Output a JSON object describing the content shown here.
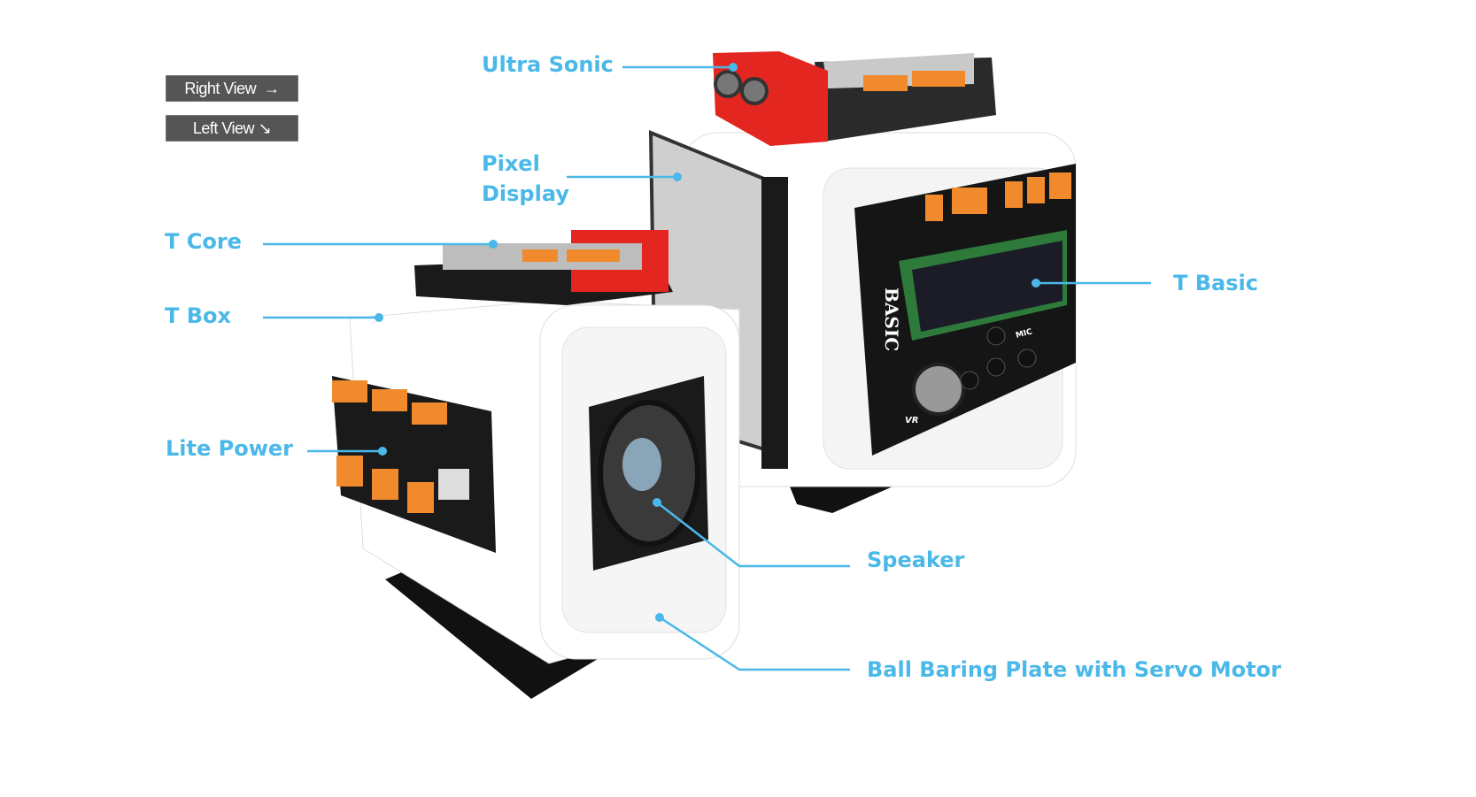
{
  "view_buttons": {
    "right": {
      "label": "Right View",
      "arrow": "→"
    },
    "left": {
      "label": "Left View",
      "arrow": "↘"
    }
  },
  "labels": {
    "ultra_sonic": "Ultra Sonic",
    "pixel_display_1": "Pixel",
    "pixel_display_2": "Display",
    "t_core": "T Core",
    "t_box": "T Box",
    "lite_power": "Lite Power",
    "t_basic": "T Basic",
    "speaker": "Speaker",
    "ball_plate": "Ball Baring Plate with Servo Motor"
  },
  "board_text": {
    "basic": "BASIC",
    "vr": "VR",
    "mic": "MIC"
  },
  "colors": {
    "accent": "#4ab8e8",
    "button_bg": "#555555",
    "sensor_red": "#e3261f",
    "connector_orange": "#f08a2c"
  }
}
